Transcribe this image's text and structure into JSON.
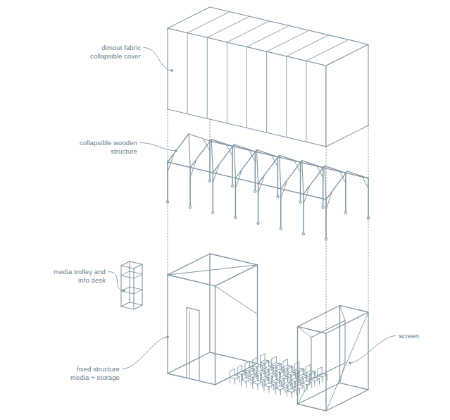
{
  "diagram": {
    "labels": [
      "dimout fabric collapsible cover",
      "collapsible wooden structure",
      "media trolley and info desk",
      "fixed structure media + storage",
      "screen"
    ]
  }
}
